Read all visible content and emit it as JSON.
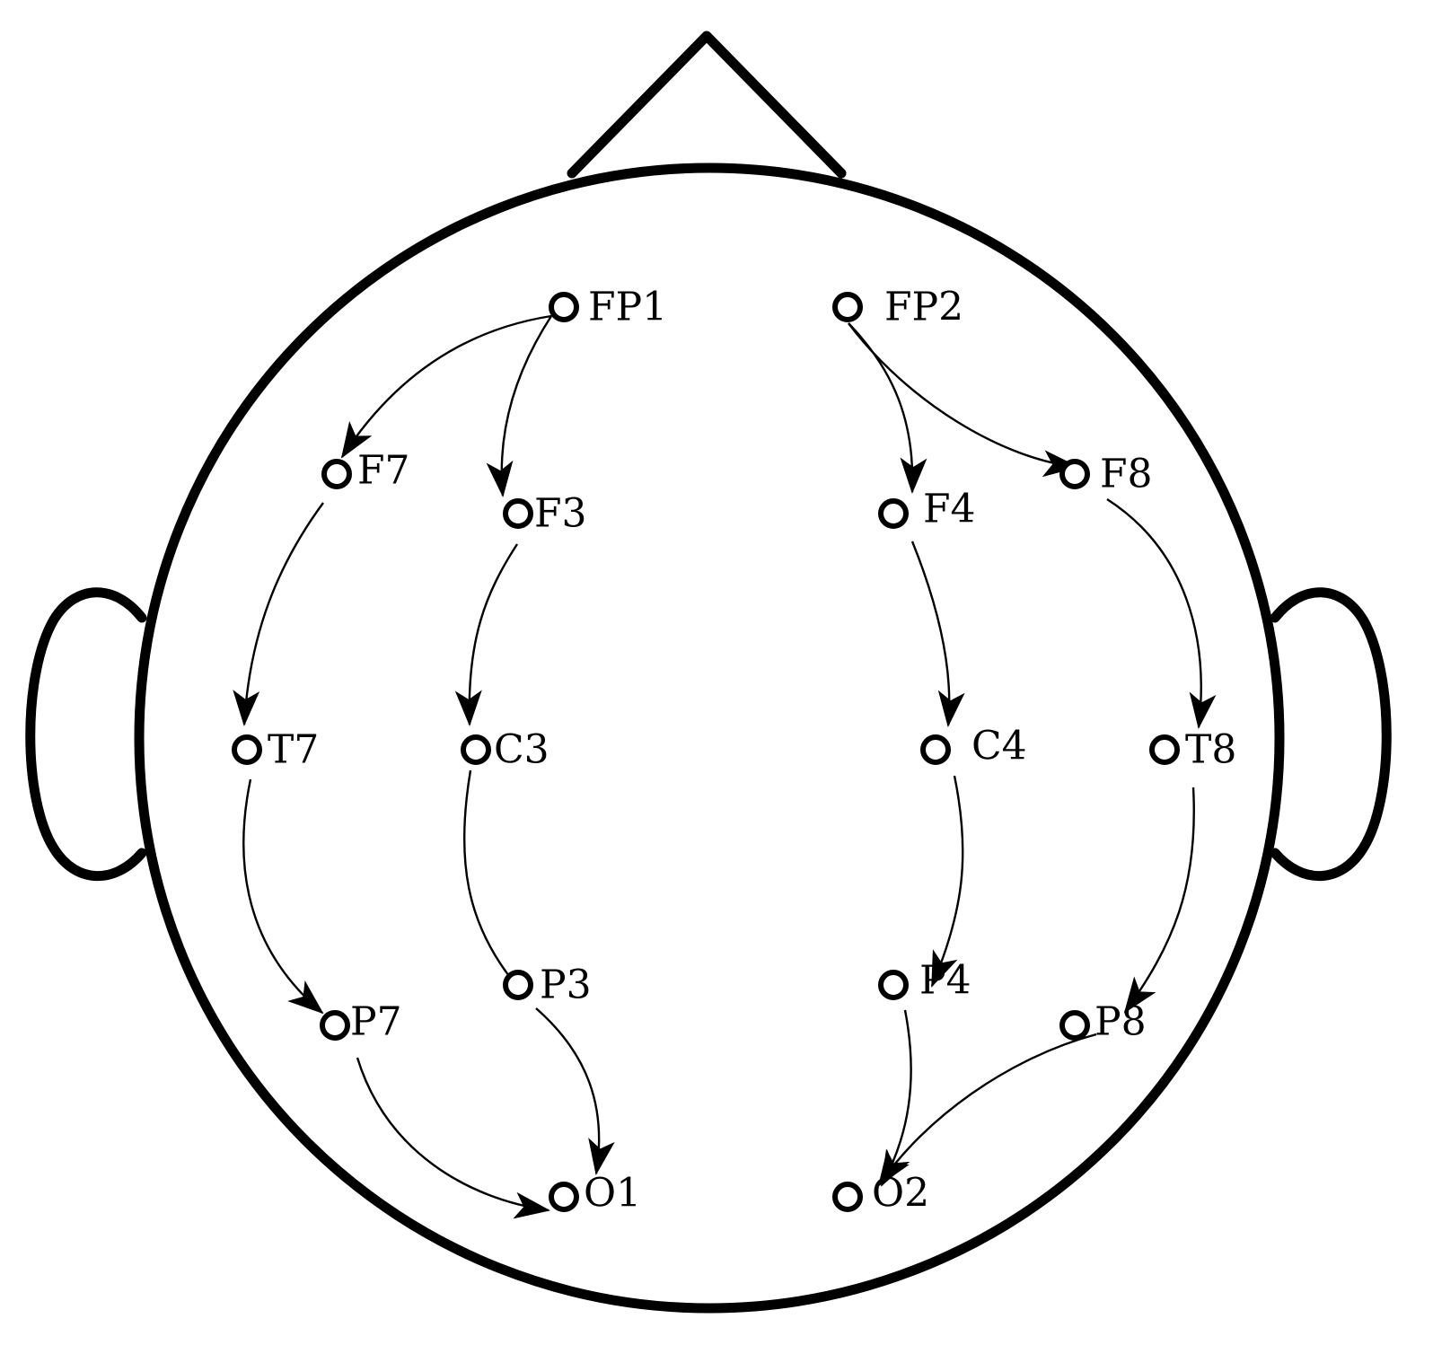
{
  "diagram": {
    "electrodes": [
      {
        "id": "FP1",
        "label": "FP1"
      },
      {
        "id": "FP2",
        "label": "FP2"
      },
      {
        "id": "F7",
        "label": "F7"
      },
      {
        "id": "F3",
        "label": "F3"
      },
      {
        "id": "F4",
        "label": "F4"
      },
      {
        "id": "F8",
        "label": "F8"
      },
      {
        "id": "T7",
        "label": "T7"
      },
      {
        "id": "C3",
        "label": "C3"
      },
      {
        "id": "C4",
        "label": "C4"
      },
      {
        "id": "T8",
        "label": "T8"
      },
      {
        "id": "P7",
        "label": "P7"
      },
      {
        "id": "P3",
        "label": "P3"
      },
      {
        "id": "P4",
        "label": "P4"
      },
      {
        "id": "P8",
        "label": "P8"
      },
      {
        "id": "O1",
        "label": "O1"
      },
      {
        "id": "O2",
        "label": "O2"
      }
    ],
    "connections": [
      {
        "from": "FP1",
        "to": "F7",
        "arrow": true
      },
      {
        "from": "FP1",
        "to": "F3",
        "arrow": true
      },
      {
        "from": "F7",
        "to": "T7",
        "arrow": true
      },
      {
        "from": "T7",
        "to": "P7",
        "arrow": true
      },
      {
        "from": "P7",
        "to": "O1",
        "arrow": true
      },
      {
        "from": "F3",
        "to": "C3",
        "arrow": true
      },
      {
        "from": "C3",
        "to": "P3",
        "arrow": false
      },
      {
        "from": "P3",
        "to": "O1",
        "arrow": true
      },
      {
        "from": "FP2",
        "to": "F4",
        "arrow": true
      },
      {
        "from": "FP2",
        "to": "F8",
        "arrow": true
      },
      {
        "from": "F4",
        "to": "C4",
        "arrow": true
      },
      {
        "from": "C4",
        "to": "P4",
        "arrow": true
      },
      {
        "from": "P4",
        "to": "O2",
        "arrow": true
      },
      {
        "from": "F8",
        "to": "T8",
        "arrow": true
      },
      {
        "from": "T8",
        "to": "P8",
        "arrow": true
      },
      {
        "from": "P8",
        "to": "O2",
        "arrow": true
      }
    ]
  }
}
